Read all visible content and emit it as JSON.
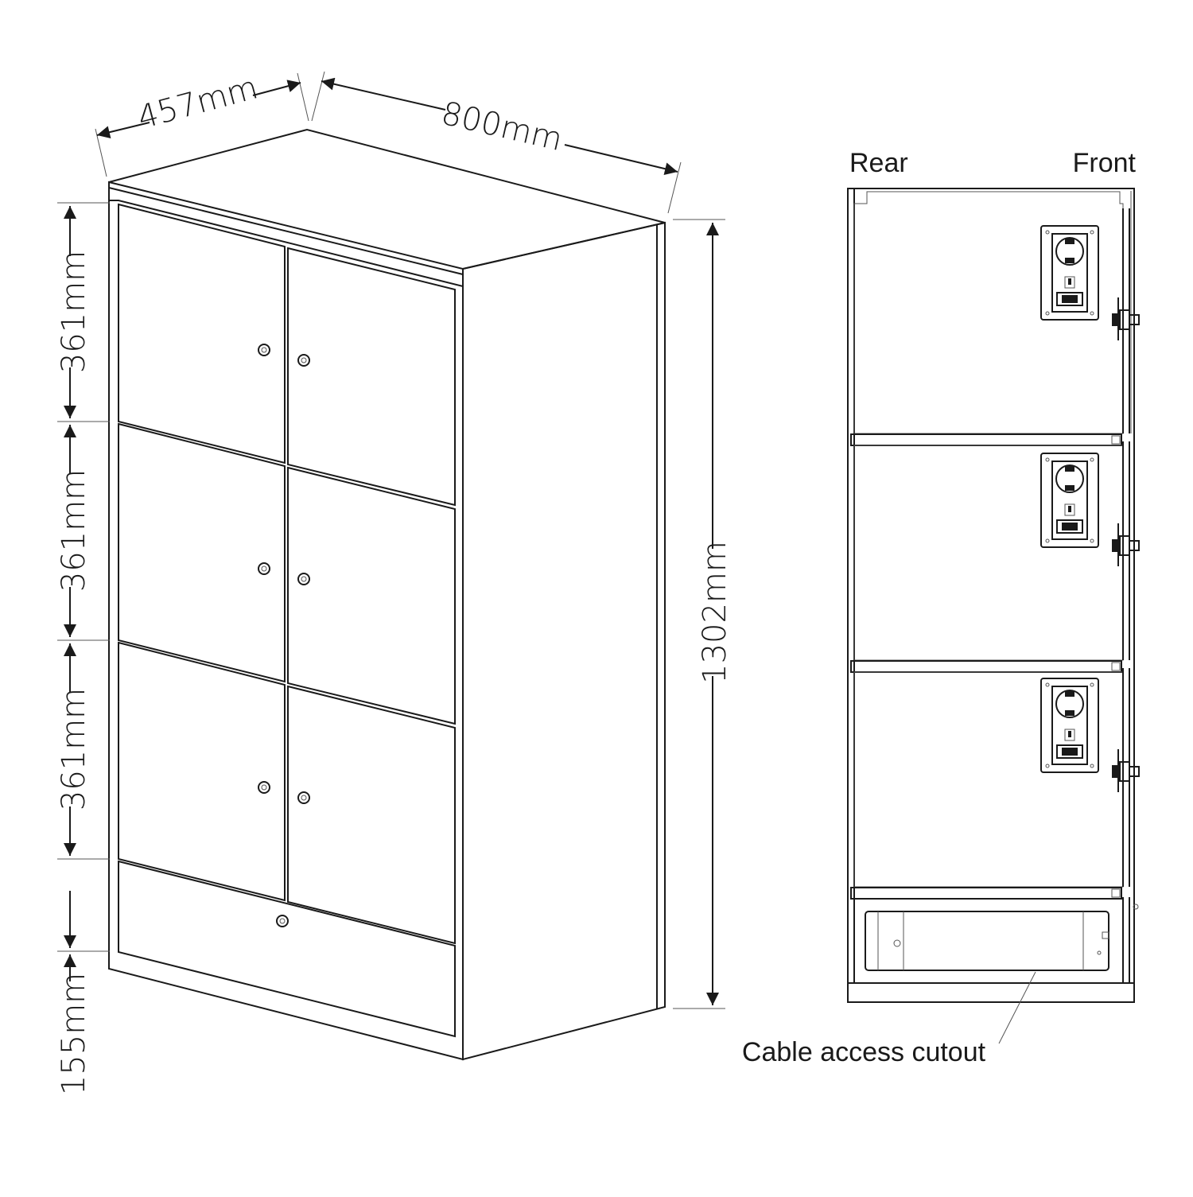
{
  "dimensions": {
    "depth": "457mm",
    "width": "800mm",
    "height": "1302mm",
    "compartment_1": "361mm",
    "compartment_2": "361mm",
    "compartment_3": "361mm",
    "plinth": "155mm"
  },
  "section_view": {
    "rear_label": "Rear",
    "front_label": "Front",
    "callout": "Cable access cutout"
  },
  "colors": {
    "line": "#1a1a1a",
    "panel_dark": "#a9a9a9",
    "panel_light": "#f2f2f2"
  }
}
